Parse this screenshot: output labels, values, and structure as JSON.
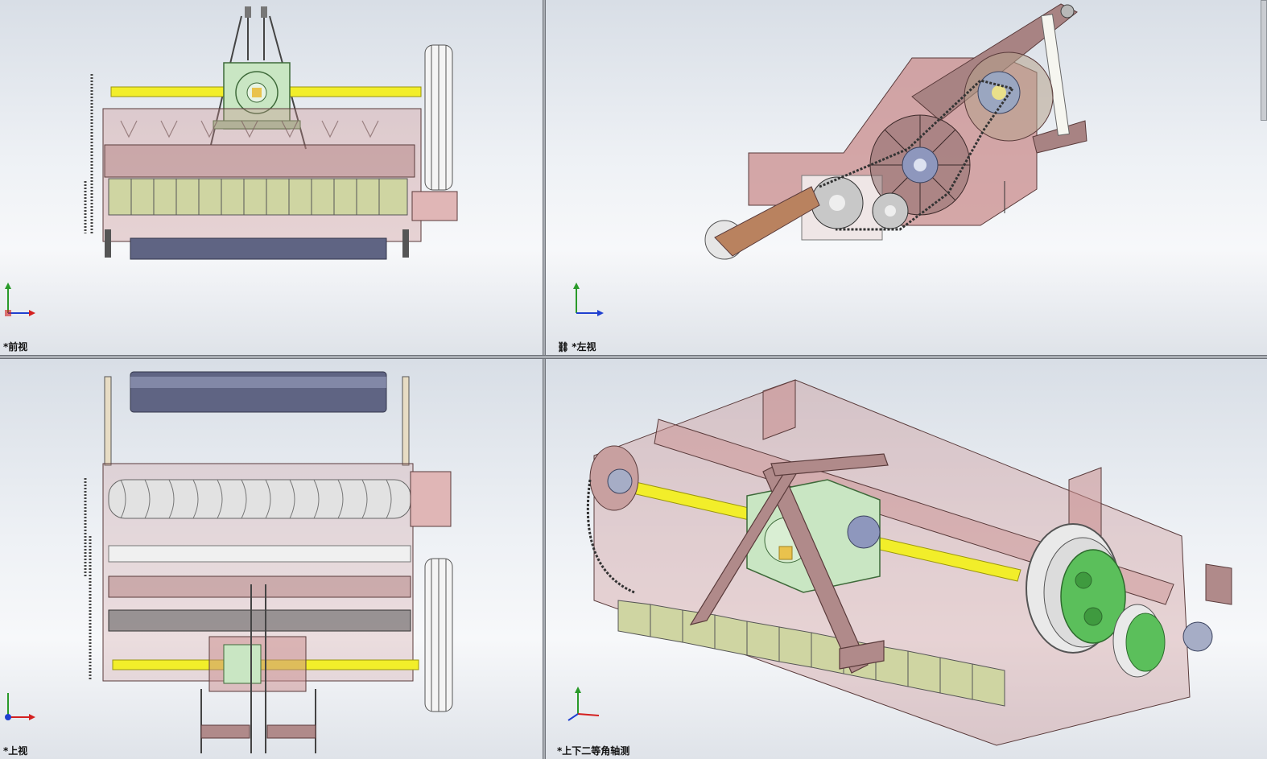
{
  "viewports": [
    {
      "id": "front",
      "label": "*前视",
      "triad_axes": [
        "Y",
        "X"
      ]
    },
    {
      "id": "left",
      "label": "*左视",
      "triad_axes": [
        "Y",
        "Z"
      ],
      "label_icon": "link-icon"
    },
    {
      "id": "top",
      "label": "*上视",
      "triad_axes": [
        "Z",
        "X"
      ]
    },
    {
      "id": "iso",
      "label": "*上下二等角轴测",
      "triad_axes": [
        "Y",
        "Z",
        "X"
      ]
    }
  ],
  "colors": {
    "background_top": "#d8dee6",
    "background_bottom": "#f7f8fa",
    "housing_transparent_pink": "#c98c8c",
    "gearbox_green": "#c9e6c3",
    "pulley_green": "#5bbf5b",
    "shaft_yellow": "#f2ee2a",
    "roller_blue": "#5f6483",
    "axis_x": "#d42020",
    "axis_y": "#2a9a2a",
    "axis_z": "#2040d0"
  }
}
